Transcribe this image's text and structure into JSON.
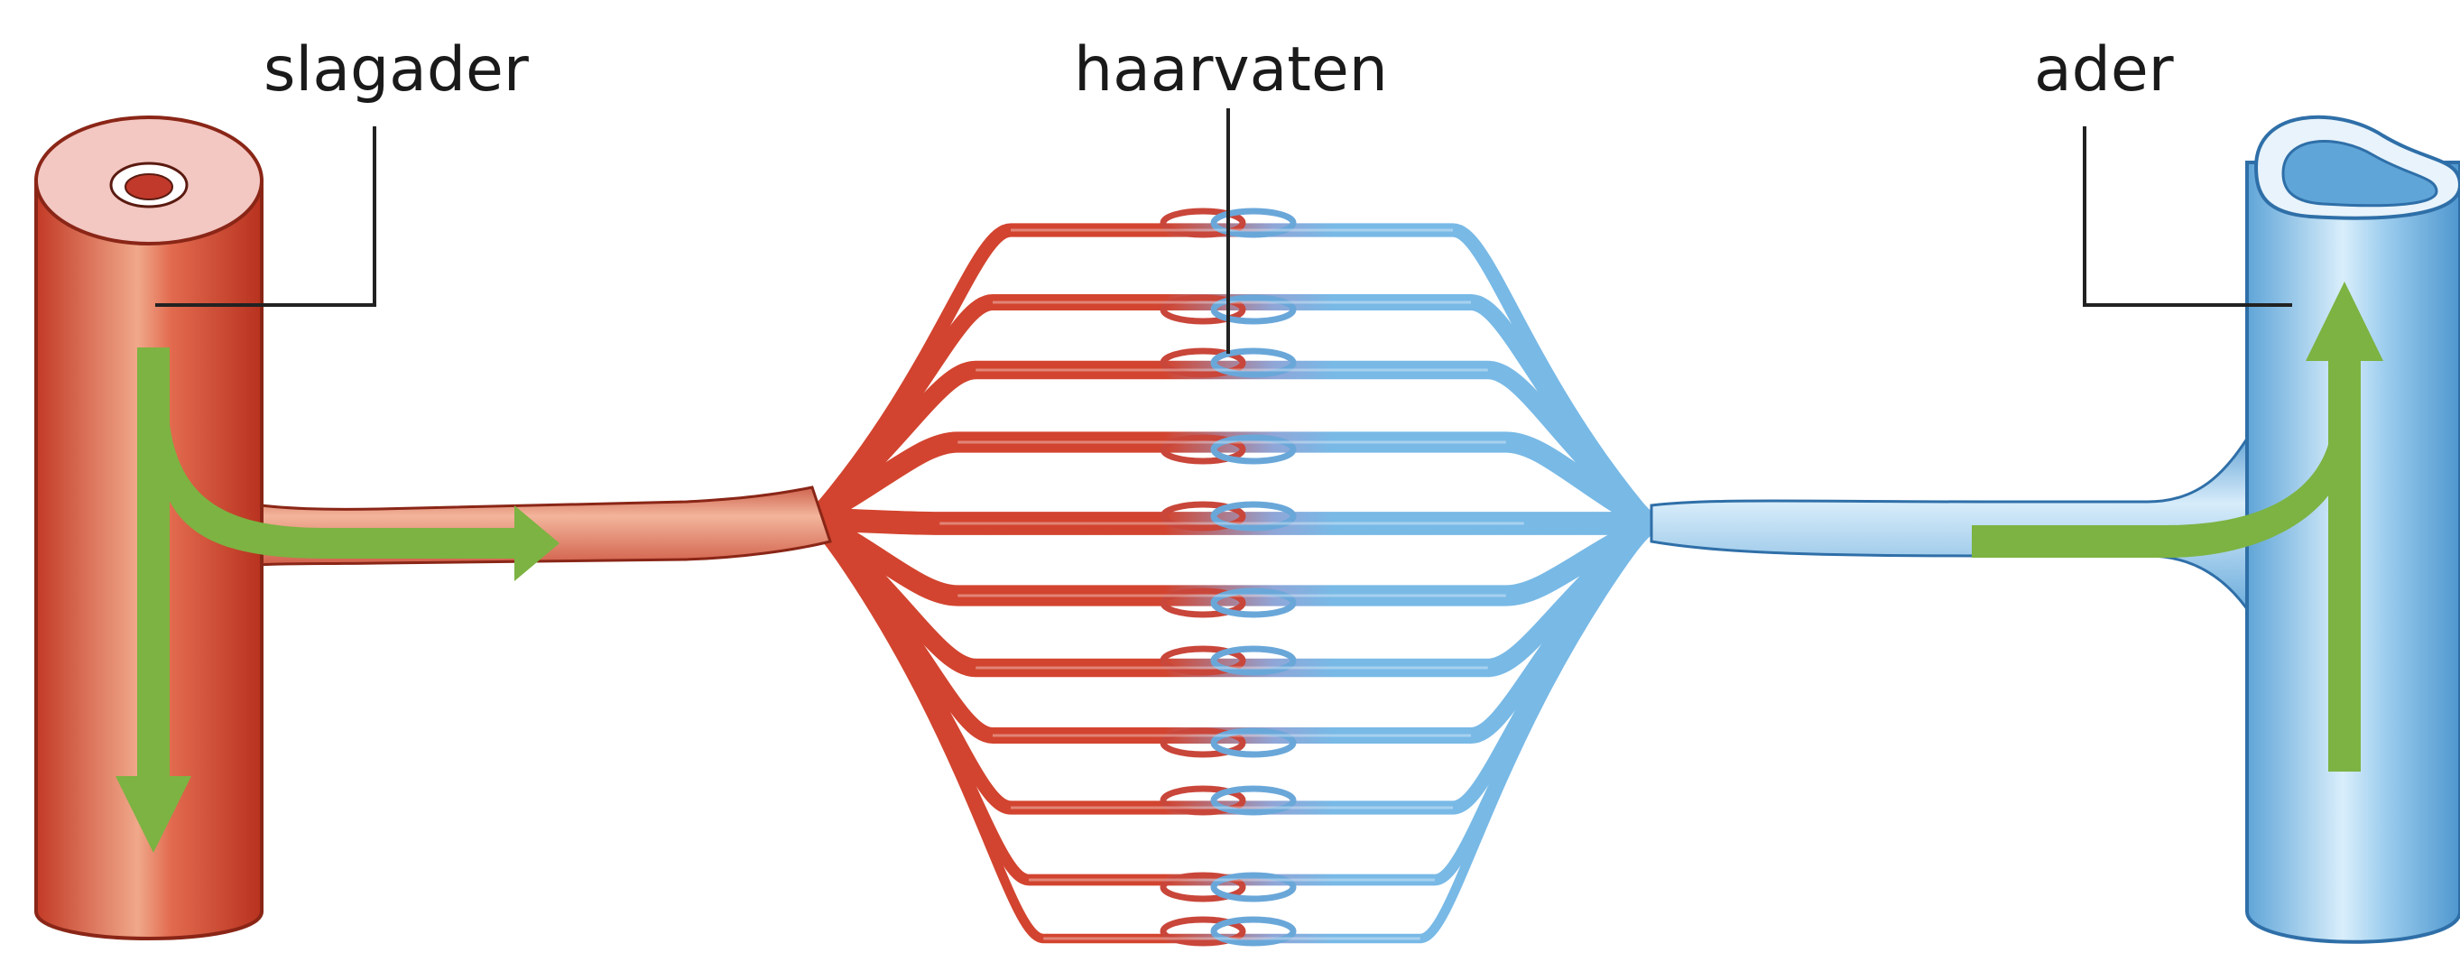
{
  "labels": {
    "artery": "slagader",
    "capillaries": "haarvaten",
    "vein": "ader"
  },
  "colors": {
    "artery": "#d2442f",
    "artery_dark": "#a8301f",
    "artery_highlight": "#f3b59c",
    "vein": "#78b9e6",
    "vein_dark": "#3f86c4",
    "vein_highlight": "#d7ecfa",
    "flow_arrow": "#7cb342",
    "leader_line": "#222222"
  },
  "icons": {
    "flow": "arrow-icon"
  }
}
